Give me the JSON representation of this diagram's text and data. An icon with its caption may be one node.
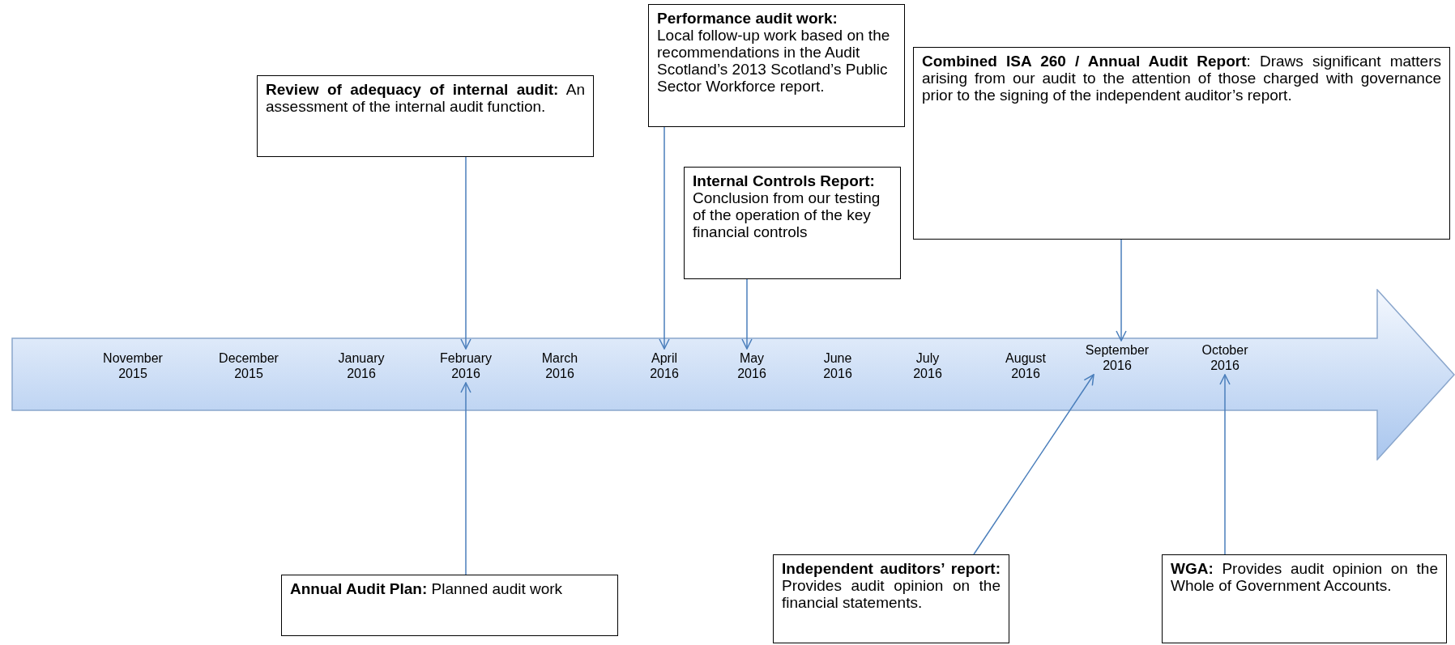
{
  "diagram": {
    "nodes": [
      {
        "text": [],
        "shape": "arrow"
      },
      {
        "text": [
          "November 2015"
        ],
        "in": 0
      },
      {
        "text": [
          "December 2015"
        ],
        "in": 0
      },
      {
        "text": [
          "January 2016"
        ],
        "in": 0
      },
      {
        "text": [
          "February 2016"
        ],
        "in": 0
      },
      {
        "text": [
          "March 2016"
        ],
        "in": 0
      },
      {
        "text": [
          "April 2016"
        ],
        "in": 0
      },
      {
        "text": [
          "May 2016"
        ],
        "in": 0
      },
      {
        "text": [
          "June 2016"
        ],
        "in": 0
      },
      {
        "text": [
          "July 2016"
        ],
        "in": 0
      },
      {
        "text": [
          "August 2016"
        ],
        "in": 0
      },
      {
        "text": [
          "September 2016"
        ],
        "in": 0
      },
      {
        "text": [
          "October 2016"
        ],
        "in": 0
      },
      {
        "text": [
          "**Review of adequacy of internal audit:** An assessment of the internal audit function."
        ]
      },
      {
        "text": [
          "Performance audit work:",
          "Local follow-up work based on the recommendations in the Audit Scotland’s 2013 Scotland’s Public Sector Workforce report."
        ]
      },
      {
        "text": [
          "Internal Controls Report:",
          "Conclusion from our testing of the operation of the key financial controls"
        ]
      },
      {
        "text": [
          "**Combined ISA 260 / Annual Audit Report**: Draws significant matters arising from our audit to the attention of those charged with governance prior to the signing of the independent auditor’s report."
        ]
      },
      {
        "text": [
          "**Annual Audit Plan:** Planned audit work"
        ]
      },
      {
        "text": [
          "**Independent auditors’ report:** Provides audit opinion on the financial statements."
        ]
      },
      {
        "text": [
          "**WGA:** Provides audit opinion on the Whole of Government Accounts."
        ]
      }
    ],
    "edges": [
      {
        "from": 13,
        "to": 4,
        "arrow": "to"
      },
      {
        "from": 14,
        "to": 6,
        "arrow": "to"
      },
      {
        "from": 15,
        "to": 7,
        "arrow": "to"
      },
      {
        "from": 16,
        "to": 11,
        "arrow": "to"
      },
      {
        "from": 17,
        "to": 4,
        "arrow": "to"
      },
      {
        "from": 18,
        "to": 11,
        "arrow": "to"
      },
      {
        "from": 19,
        "to": 12,
        "arrow": "to"
      }
    ]
  }
}
